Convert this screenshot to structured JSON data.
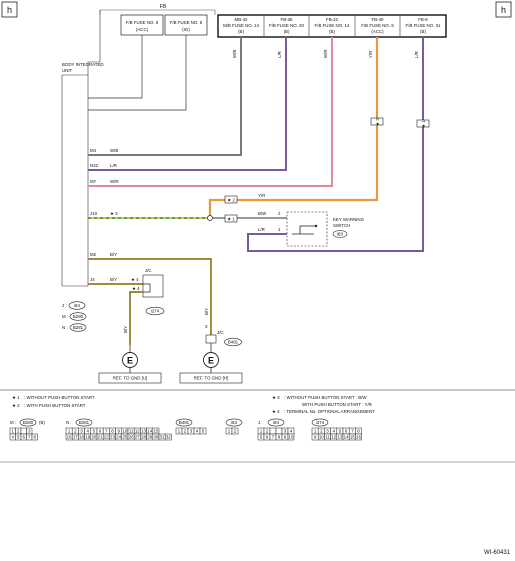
{
  "page": {
    "corner_left": "h",
    "corner_right": "h",
    "diagram_code": "WI-60431"
  },
  "fb_box": {
    "label": "FB",
    "fuses": [
      {
        "line1": "F/B FUSE NO. 6",
        "line2": "(ACC)"
      },
      {
        "line1": "F/B FUSE NO. 5",
        "line2": "(IG)"
      }
    ]
  },
  "fuse_panel": [
    {
      "code": "MB-32",
      "line1": "M/B FUSE NO. 14",
      "line2": "(B)",
      "wire": "W/B"
    },
    {
      "code": "FB-36",
      "line1": "F/B FUSE NO. 20",
      "line2": "(B)",
      "wire": "L/R"
    },
    {
      "code": "FB-22",
      "line1": "F/B FUSE NO. 14",
      "line2": "(B)",
      "wire": "W/R"
    },
    {
      "code": "FB-40",
      "line1": "F/B FUSE NO. 9",
      "line2": "(ACC)",
      "wire": "Y/R"
    },
    {
      "code": "FB-6",
      "line1": "F/B FUSE NO. 31",
      "line2": "(B)",
      "wire": "L/R"
    }
  ],
  "body_unit": {
    "name_line1": "BODY INTEGRATED",
    "name_line2": "UNIT",
    "pins": [
      {
        "pin": "M4",
        "wire": "W/B"
      },
      {
        "pin": "N32",
        "wire": "L/R"
      },
      {
        "pin": "M7",
        "wire": "W/R"
      },
      {
        "pin": "J10",
        "wire": "★ 3"
      },
      {
        "pin": "M2",
        "wire": "B/Y"
      },
      {
        "pin": "J4",
        "wire": "B/Y"
      }
    ]
  },
  "markers": {
    "star1": "★ 1",
    "star2": "★ 2",
    "star4": "★ 4"
  },
  "key_switch": {
    "line1": "KEY WARNING",
    "line2": "SWITCH",
    "connector": "i83",
    "pin2": "2",
    "pin1": "1",
    "wire_pin2": "B/W",
    "wire_pin1": "L/R",
    "wire_top": "Y/R"
  },
  "jc_left": {
    "label": "J/C",
    "connector": "i274",
    "wire_in": "B/Y",
    "wire_out": "B/Y"
  },
  "jc_right": {
    "label": "J/C",
    "connector": "B491",
    "pin": "3",
    "wire": "B/Y"
  },
  "grounds": [
    {
      "symbol": "E",
      "ref": "REF. TO GND [U]"
    },
    {
      "symbol": "E",
      "ref": "REF. TO GND [H]"
    }
  ],
  "unit_connectors": [
    {
      "letter": "J",
      "code": "i84"
    },
    {
      "letter": "M",
      "code": "B280"
    },
    {
      "letter": "N",
      "code": "B281"
    }
  ],
  "notes": [
    {
      "mark": "★ 1",
      "text": ": WITHOUT PUSH BUTTON START"
    },
    {
      "mark": "★ 2",
      "text": ": WITH PUSH BUTTON START"
    },
    {
      "mark": "★ 3",
      "text": ": WITHOUT PUSH BUTTON START : B/W"
    },
    {
      "mark": "",
      "text": "WITH PUSH BUTTON START : Y/R"
    },
    {
      "mark": "★ 4",
      "text": ": TERMINAL No. OPTIONAL ARRANGEMENT"
    }
  ],
  "connector_views": [
    {
      "letter": "M",
      "code": "B280",
      "suffix": "(B)",
      "row1": [
        "1",
        "2",
        "",
        "3"
      ],
      "row2": [
        "4",
        "5",
        "6",
        "7",
        "8"
      ]
    },
    {
      "letter": "N",
      "code": "B281",
      "row1": [
        "1",
        "2",
        "3",
        "4",
        "5",
        "6",
        "7",
        "8",
        "9",
        "10",
        "11",
        "12",
        "13",
        "14",
        "15"
      ],
      "row2": [
        "16",
        "17",
        "18",
        "19",
        "20",
        "21",
        "22",
        "23",
        "24",
        "25",
        "26",
        "27",
        "28",
        "29",
        "30",
        "31",
        "32"
      ]
    },
    {
      "letter": "",
      "code": "B491",
      "row1": [
        "1",
        "2",
        "3",
        "4",
        "5"
      ]
    },
    {
      "letter": "",
      "code": "i83",
      "row1": [
        "1",
        "2"
      ]
    },
    {
      "letter": "J",
      "code": "i84",
      "row1": [
        "1",
        "2",
        "",
        "",
        "3",
        "4"
      ],
      "row2": [
        "5",
        "6",
        "7",
        "8",
        "9",
        "10"
      ]
    },
    {
      "letter": "",
      "code": "i274",
      "row1": [
        "1",
        "2",
        "3",
        "4",
        "5",
        "6",
        "7",
        "8"
      ],
      "row2": [
        "9",
        "10",
        "11",
        "12",
        "13",
        "14",
        "15",
        "16"
      ]
    }
  ]
}
